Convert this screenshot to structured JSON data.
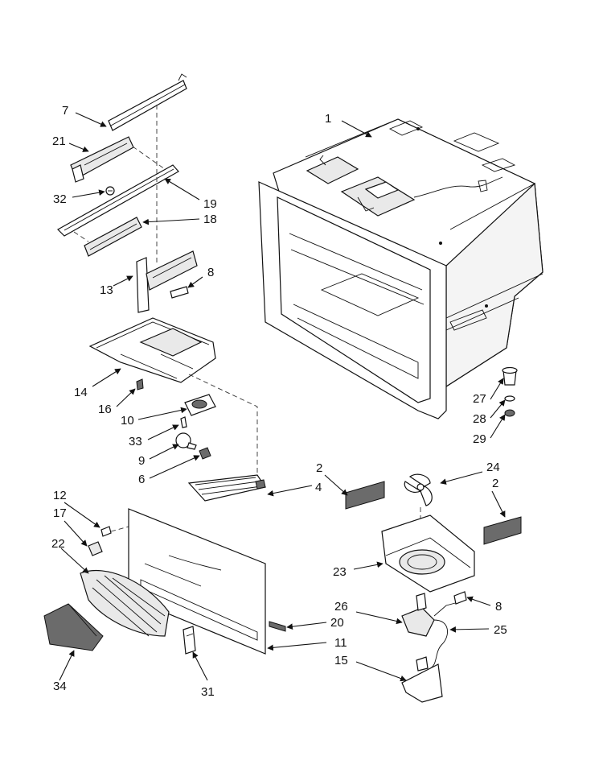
{
  "callouts": [
    {
      "id": "c1",
      "text": "1"
    },
    {
      "id": "c2a",
      "text": "2"
    },
    {
      "id": "c2b",
      "text": "2"
    },
    {
      "id": "c4",
      "text": "4"
    },
    {
      "id": "c6",
      "text": "6"
    },
    {
      "id": "c7",
      "text": "7"
    },
    {
      "id": "c8a",
      "text": "8"
    },
    {
      "id": "c8b",
      "text": "8"
    },
    {
      "id": "c9",
      "text": "9"
    },
    {
      "id": "c10",
      "text": "10"
    },
    {
      "id": "c11",
      "text": "11"
    },
    {
      "id": "c12",
      "text": "12"
    },
    {
      "id": "c13",
      "text": "13"
    },
    {
      "id": "c14",
      "text": "14"
    },
    {
      "id": "c15",
      "text": "15"
    },
    {
      "id": "c16",
      "text": "16"
    },
    {
      "id": "c17",
      "text": "17"
    },
    {
      "id": "c18",
      "text": "18"
    },
    {
      "id": "c19",
      "text": "19"
    },
    {
      "id": "c20",
      "text": "20"
    },
    {
      "id": "c21",
      "text": "21"
    },
    {
      "id": "c22",
      "text": "22"
    },
    {
      "id": "c23",
      "text": "23"
    },
    {
      "id": "c24",
      "text": "24"
    },
    {
      "id": "c25",
      "text": "25"
    },
    {
      "id": "c26",
      "text": "26"
    },
    {
      "id": "c27",
      "text": "27"
    },
    {
      "id": "c28",
      "text": "28"
    },
    {
      "id": "c29",
      "text": "29"
    },
    {
      "id": "c31",
      "text": "31"
    },
    {
      "id": "c32",
      "text": "32"
    },
    {
      "id": "c33",
      "text": "33"
    },
    {
      "id": "c34",
      "text": "34"
    }
  ]
}
